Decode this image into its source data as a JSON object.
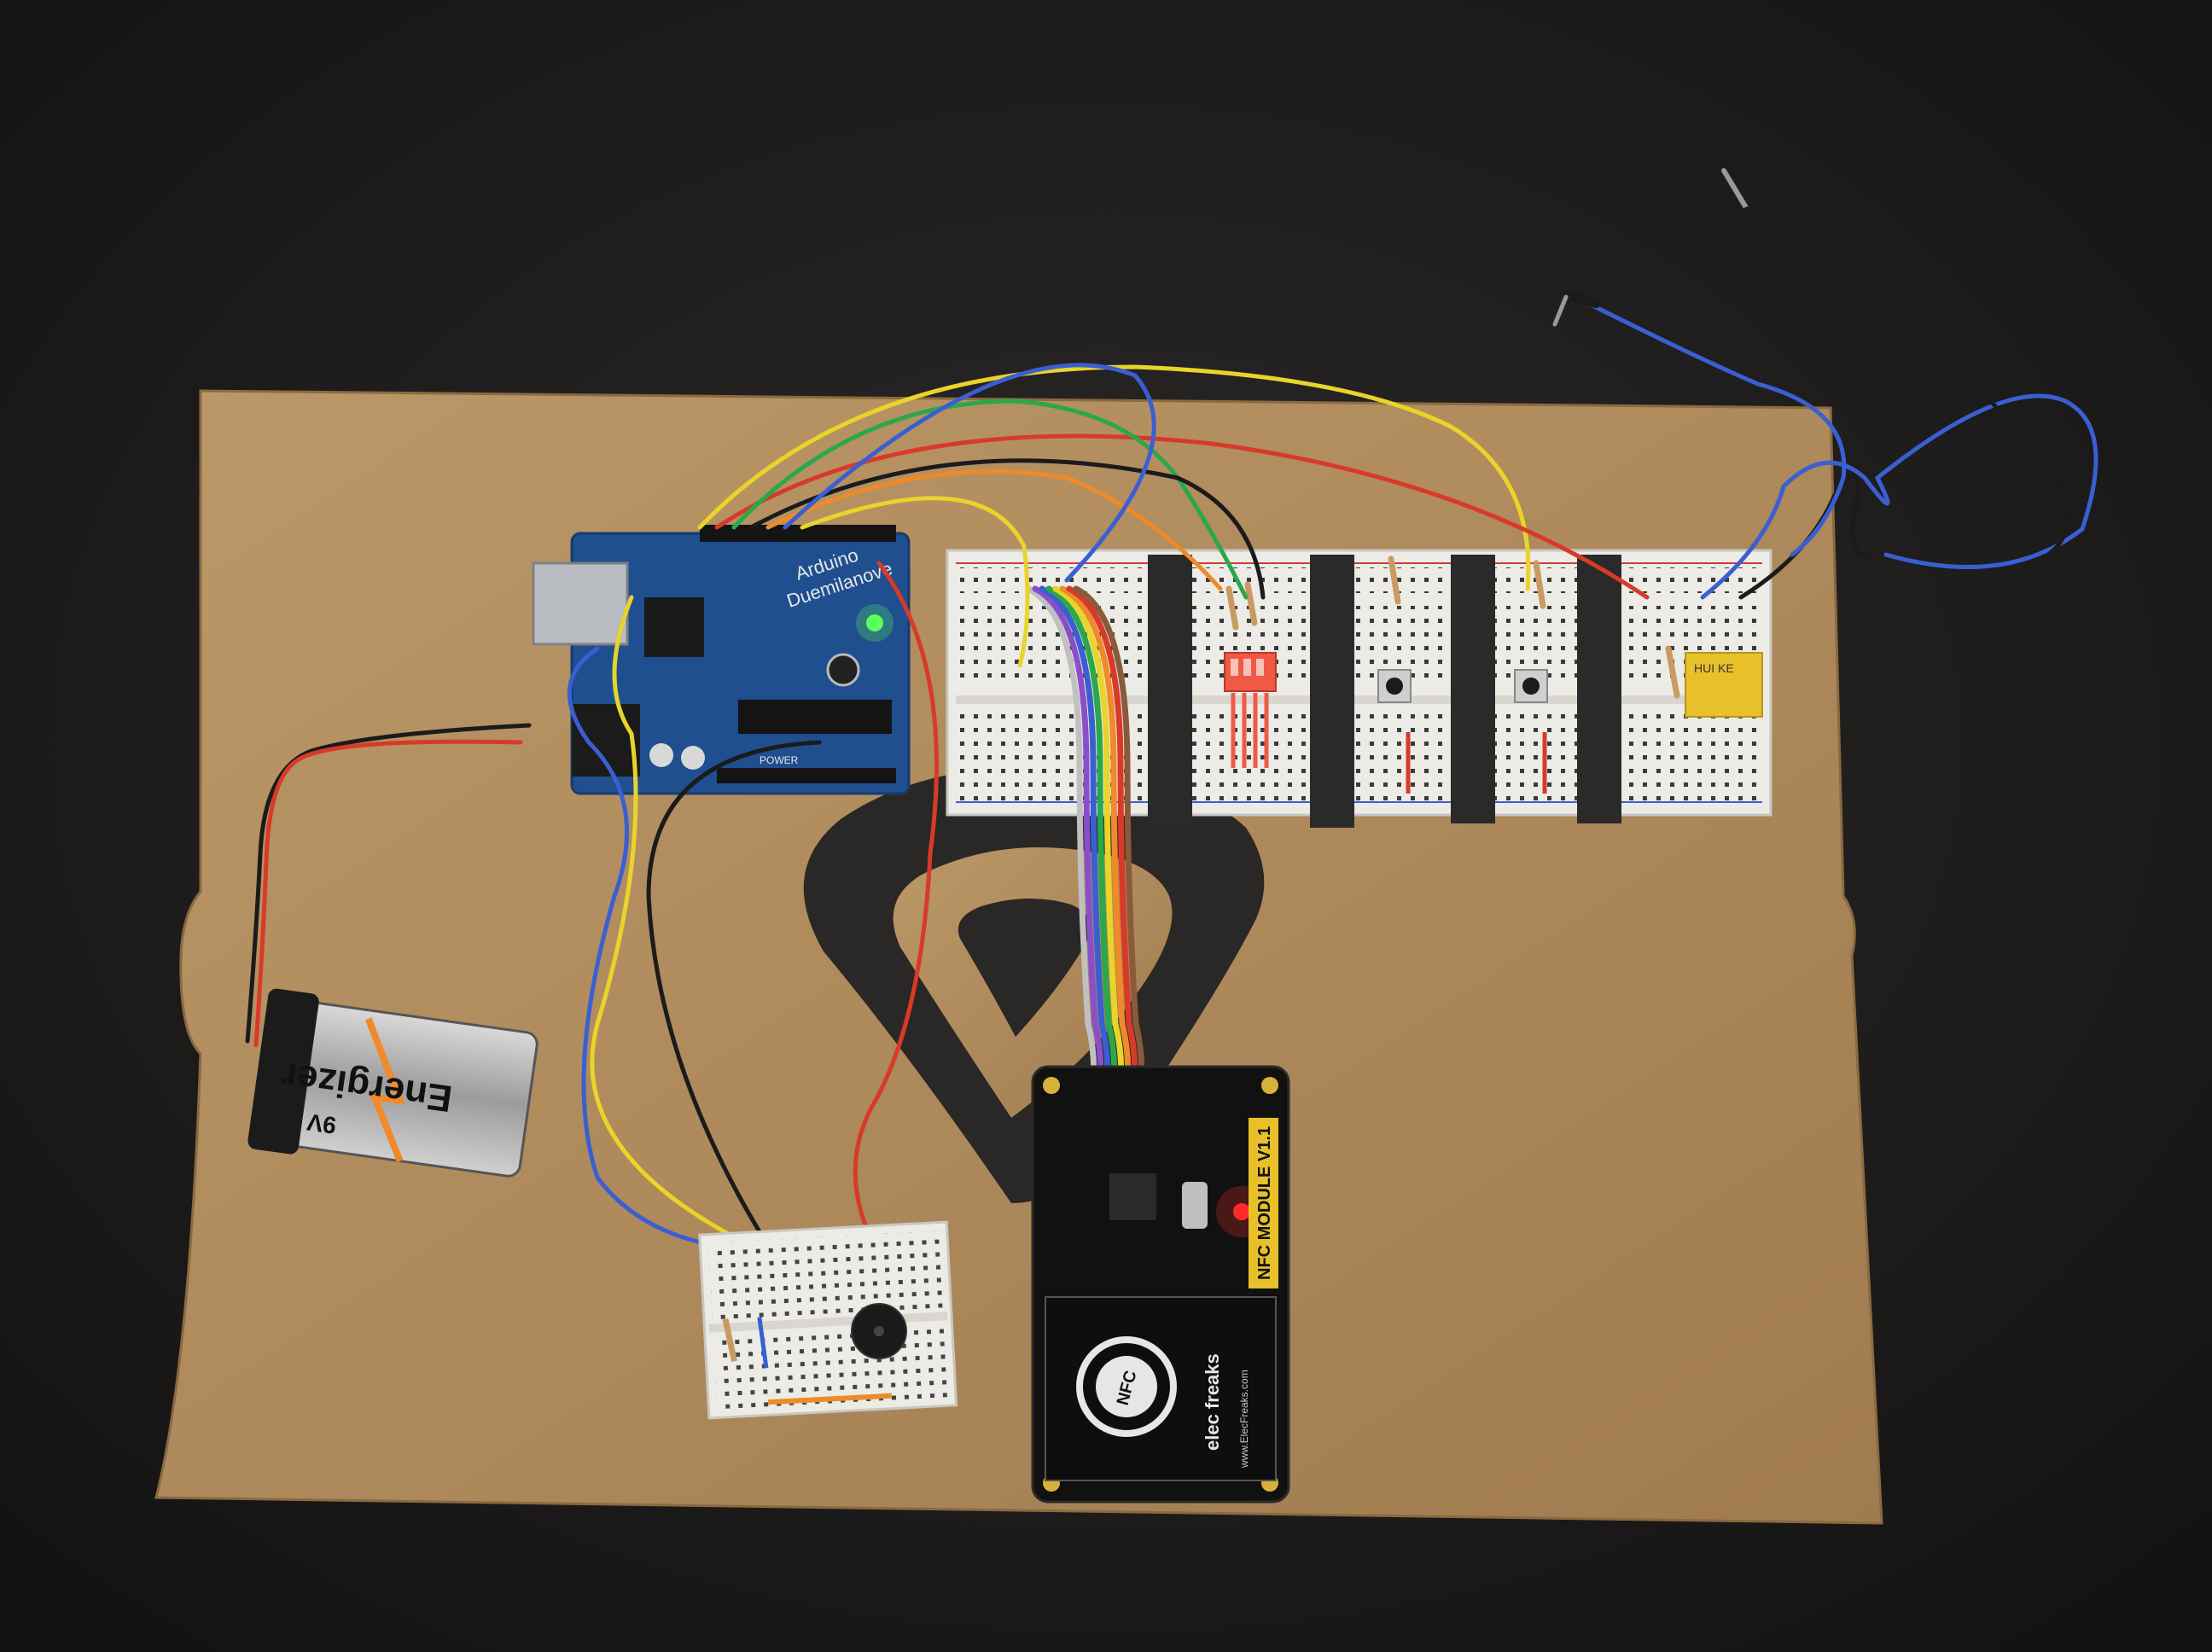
{
  "battery": {
    "brand": "Energizer",
    "voltage": "9V"
  },
  "arduino": {
    "name": "Arduino",
    "model": "Duemilanove",
    "power_label": "POWER"
  },
  "nfc_module": {
    "title": "NFC MODULE V1.1",
    "logo": "NFC",
    "maker": "elec freaks",
    "url": "www.ElecFreaks.com"
  },
  "relay": {
    "brand": "HUI KE"
  },
  "colors": {
    "desk": "#1f1e1e",
    "cardboard": "#b08a5c",
    "arduino": "#1f4f8f",
    "nfc_board": "#111111",
    "breadboard": "#ecebe6",
    "tape": "#2a2a2a",
    "relay": "#e8c02a",
    "led_green": "#5dff5d",
    "led_red": "#ff2a2a"
  }
}
